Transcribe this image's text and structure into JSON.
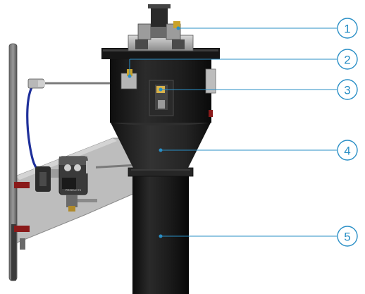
{
  "colors": {
    "accent": "#2a8fc6",
    "machine_dark": "#1c1c1c",
    "support_gray": "#b9b9b9",
    "background": "#ffffff"
  },
  "callouts": [
    {
      "label": "1"
    },
    {
      "label": "2"
    },
    {
      "label": "3"
    },
    {
      "label": "4"
    },
    {
      "label": "5"
    }
  ],
  "device_text": "PRODUCTS"
}
